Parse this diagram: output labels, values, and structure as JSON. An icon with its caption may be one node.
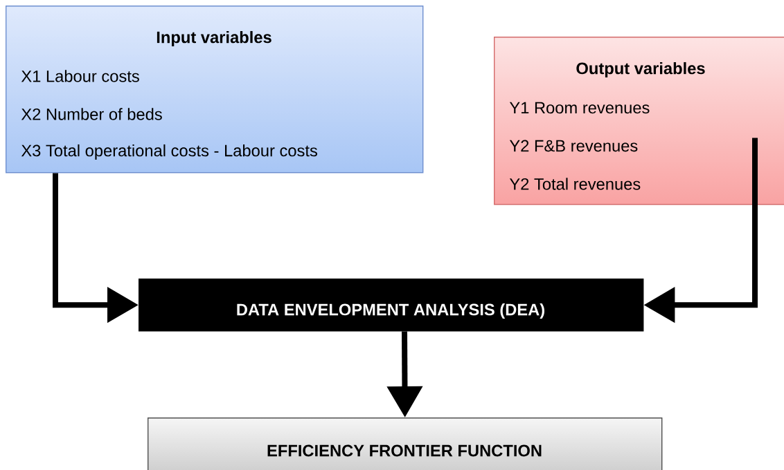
{
  "diagram": {
    "nodes": [
      {
        "text": [
          "Input variables",
          "X1 Labour costs",
          "X2 Number of beds",
          "X3 Total operational costs - Labour costs"
        ]
      },
      {
        "text": [
          "Output variables",
          "Y1 Room revenues",
          "Y2 F&B revenues",
          "Y2 Total revenues"
        ]
      },
      {
        "text": [
          "DATA ENVELOPMENT ANALYSIS (DEA)"
        ]
      },
      {
        "text": [
          "EFFICIENCY FRONTIER FUNCTION"
        ]
      }
    ],
    "edges": [
      {
        "from": 0,
        "to": 2,
        "arrow": "to"
      },
      {
        "from": 1,
        "to": 2,
        "arrow": "to"
      },
      {
        "from": 2,
        "to": 3,
        "arrow": "to"
      }
    ]
  }
}
